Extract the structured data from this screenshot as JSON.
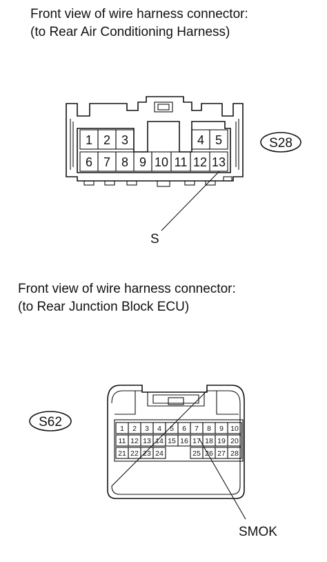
{
  "connector_top": {
    "caption_line1": "Front view of wire harness connector:",
    "caption_line2": "(to Rear Air Conditioning Harness)",
    "id_label": "S28",
    "pin_label": "S",
    "pins_row1_left": [
      "1",
      "2",
      "3"
    ],
    "pins_row1_right": [
      "4",
      "5"
    ],
    "pins_row2": [
      "6",
      "7",
      "8",
      "9",
      "10",
      "11",
      "12",
      "13"
    ]
  },
  "connector_bottom": {
    "caption_line1": "Front view of wire harness connector:",
    "caption_line2": "(to Rear Junction Block ECU)",
    "id_label": "S62",
    "pin_label": "SMOK",
    "pins_row1": [
      "1",
      "2",
      "3",
      "4",
      "5",
      "6",
      "7",
      "8",
      "9",
      "10"
    ],
    "pins_row2": [
      "11",
      "12",
      "13",
      "14",
      "15",
      "16",
      "17",
      "18",
      "19",
      "20"
    ],
    "pins_row3_left": [
      "21",
      "22",
      "23",
      "24"
    ],
    "pins_row3_right": [
      "25",
      "26",
      "27",
      "28"
    ]
  }
}
